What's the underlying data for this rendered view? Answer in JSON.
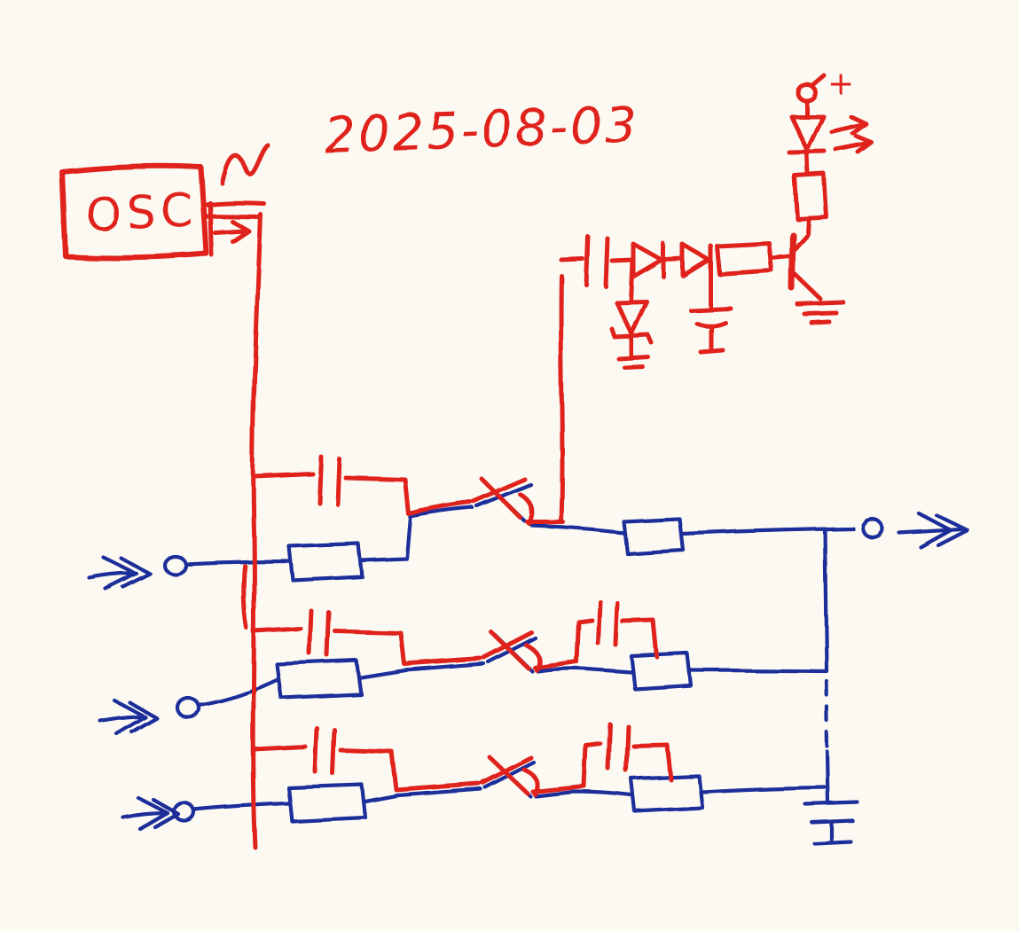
{
  "colors": {
    "ink_red": "#e0241e",
    "ink_blue": "#1c2f9a",
    "paper": "#fbf9f1"
  },
  "texts": {
    "oscillator_label": "OSC",
    "date": "2025-08-03",
    "supply_plus": "+"
  },
  "schematic": {
    "oscillator": {
      "label": "OSC",
      "waveform_symbol": "sine-wave",
      "output_arrow": "right-arrow"
    },
    "indicator_branch": [
      "supply-plus-terminal",
      "led",
      "resistor",
      "transistor",
      "ground"
    ],
    "detector_branch": [
      "coupling-capacitor",
      "diode",
      "diode",
      "resistor",
      "transistor-base",
      "diode-to-ground",
      "capacitor-to-ground"
    ],
    "channels": [
      {
        "id": 1,
        "parts": [
          "input-terminal",
          "series-resistor",
          "bypass-capacitor",
          "switch",
          "mix-resistor"
        ]
      },
      {
        "id": 2,
        "parts": [
          "input-terminal",
          "series-resistor",
          "bypass-capacitor",
          "switch",
          "coupling-capacitor",
          "mix-resistor"
        ]
      },
      {
        "id": 3,
        "parts": [
          "input-terminal",
          "series-resistor",
          "bypass-capacitor",
          "switch",
          "coupling-capacitor",
          "mix-resistor"
        ]
      }
    ],
    "output": [
      "summing-bus",
      "dashed-bus-segment",
      "capacitor-to-ground",
      "output-terminal",
      "double-chevron-arrow"
    ]
  }
}
